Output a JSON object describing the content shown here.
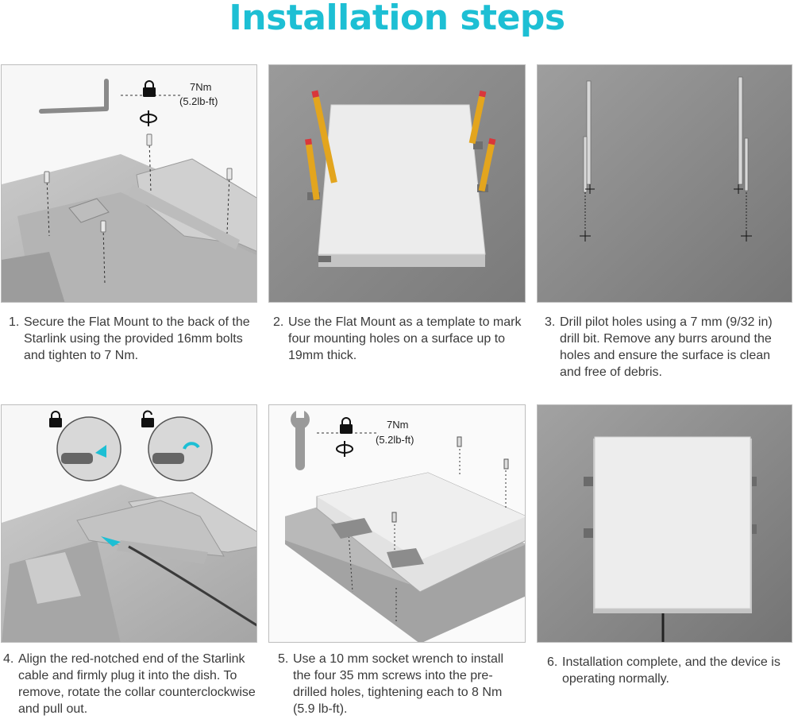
{
  "page": {
    "title": "Installation steps",
    "accent_color": "#1dbfd4"
  },
  "steps": [
    {
      "number": "1.",
      "text": "Secure the Flat Mount to the back of the Starlink using the provided 16mm bolts and tighten to 7 Nm.",
      "torque": "7Nm",
      "torque_alt": "(5.2lb-ft)",
      "icons": [
        "hex-key-icon",
        "lock-icon",
        "rotate-icon"
      ]
    },
    {
      "number": "2.",
      "text": "Use the Flat Mount as a template to mark four mounting holes on a surface up to 19mm thick.",
      "icons": [
        "pencil-icon"
      ]
    },
    {
      "number": "3.",
      "text": "Drill pilot holes using a 7 mm (9/32 in) drill bit. Remove any burrs around the holes and ensure the surface is clean and free of debris.",
      "icons": [
        "drill-bit-icon",
        "crosshair-icon"
      ]
    },
    {
      "number": "4.",
      "text": "Align the red-notched end of the Starlink cable and firmly plug it into the dish. To remove, rotate the collar counterclockwise and pull out.",
      "icons": [
        "lock-icon",
        "unlock-icon"
      ]
    },
    {
      "number": "5.",
      "text": "Use a 10 mm socket wrench to install the four 35 mm screws into the pre-drilled holes, tightening each to 8 Nm (5.9 lb-ft).",
      "torque": "7Nm",
      "torque_alt": "(5.2lb-ft)",
      "icons": [
        "wrench-icon",
        "lock-icon",
        "rotate-icon"
      ]
    },
    {
      "number": "6.",
      "text": "Installation complete, and the device is operating normally.",
      "icons": []
    }
  ]
}
